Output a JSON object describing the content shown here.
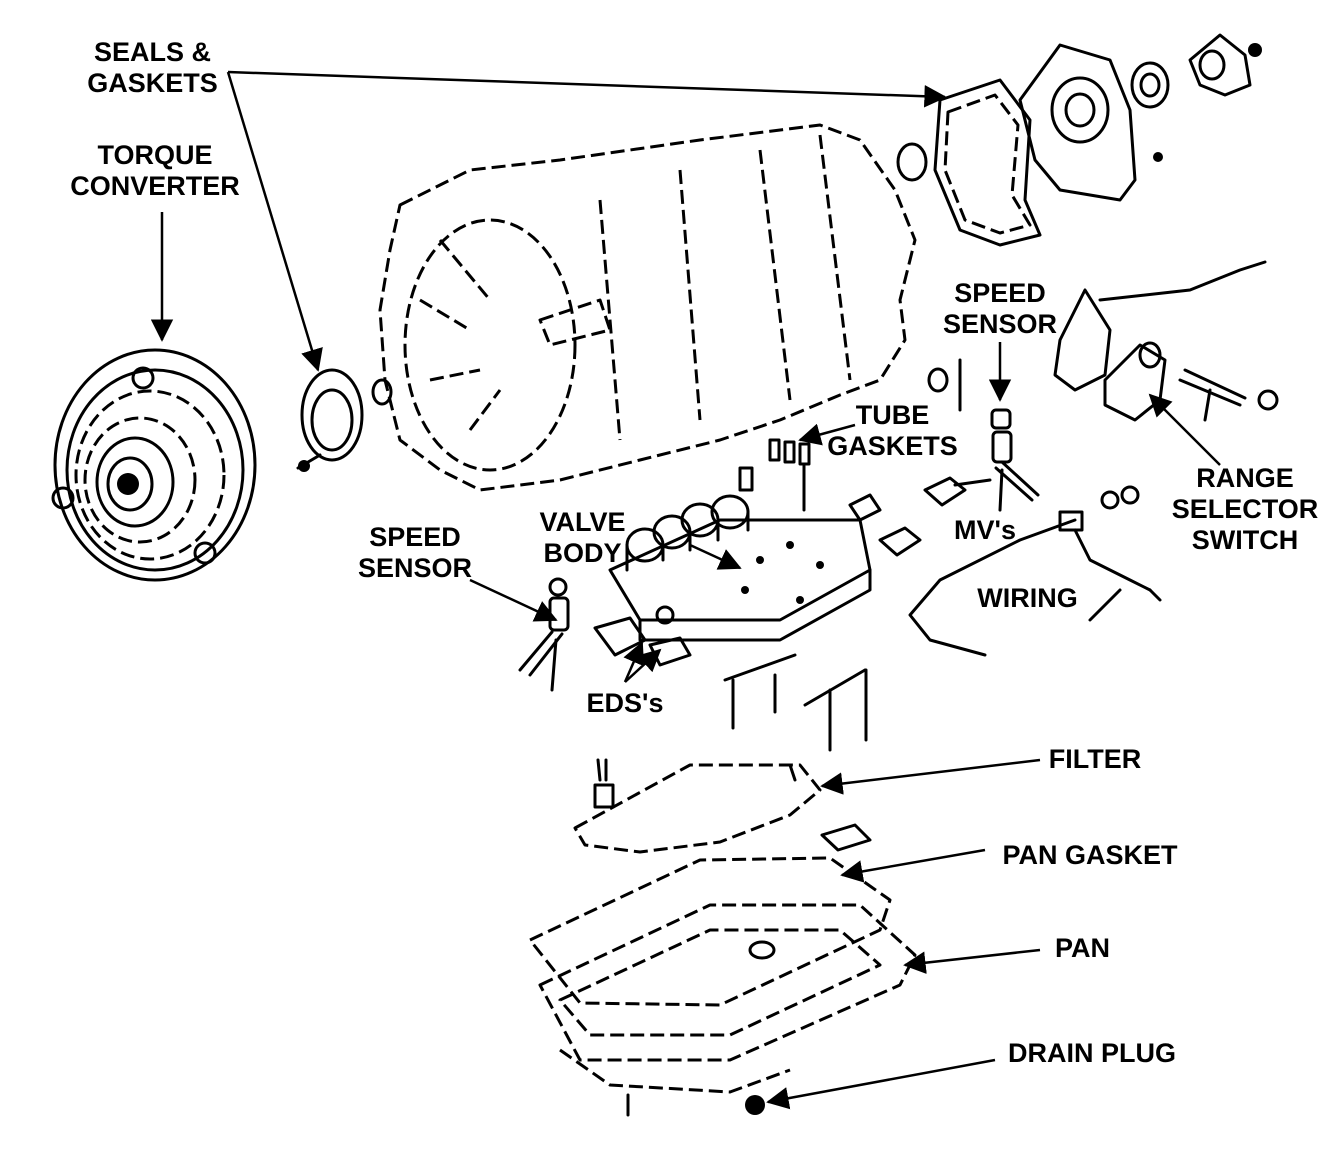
{
  "labels": {
    "seals_gaskets": [
      "SEALS &",
      "GASKETS"
    ],
    "torque_converter": [
      "TORQUE",
      "CONVERTER"
    ],
    "speed_sensor_right": [
      "SPEED",
      "SENSOR"
    ],
    "tube_gaskets": [
      "TUBE",
      "GASKETS"
    ],
    "range_selector_switch": [
      "RANGE",
      "SELECTOR",
      "SWITCH"
    ],
    "mvs": "MV's",
    "valve_body": [
      "VALVE",
      "BODY"
    ],
    "speed_sensor_left": [
      "SPEED",
      "SENSOR"
    ],
    "wiring": "WIRING",
    "edss": "EDS's",
    "filter": "FILTER",
    "pan_gasket": "PAN GASKET",
    "pan": "PAN",
    "drain_plug": "DRAIN PLUG"
  },
  "colors": {
    "ink": "#000000",
    "paper": "#ffffff"
  }
}
